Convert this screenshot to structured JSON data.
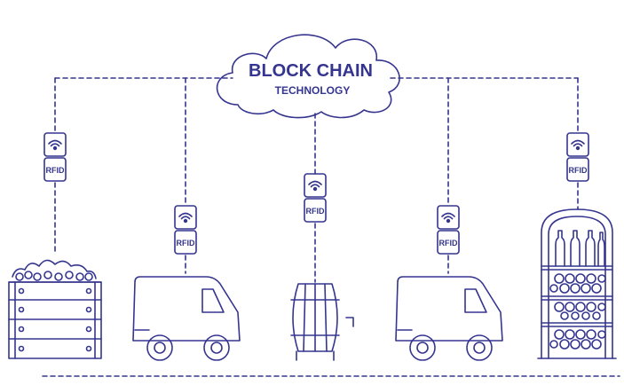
{
  "colors": {
    "stroke": "#35358f",
    "background": "#ffffff"
  },
  "cloud": {
    "title": "BLOCK CHAIN",
    "subtitle": "TECHNOLOGY"
  },
  "rfid_label": "RFID",
  "nodes": [
    {
      "name": "vineyard",
      "icon": "grape-crate-icon",
      "rfid": "RFID"
    },
    {
      "name": "transport-1",
      "icon": "delivery-van-icon",
      "rfid": "RFID"
    },
    {
      "name": "winery",
      "icon": "wine-barrel-icon",
      "rfid": "RFID"
    },
    {
      "name": "transport-2",
      "icon": "delivery-van-icon",
      "rfid": "RFID"
    },
    {
      "name": "retail",
      "icon": "wine-rack-icon",
      "rfid": "RFID"
    }
  ]
}
